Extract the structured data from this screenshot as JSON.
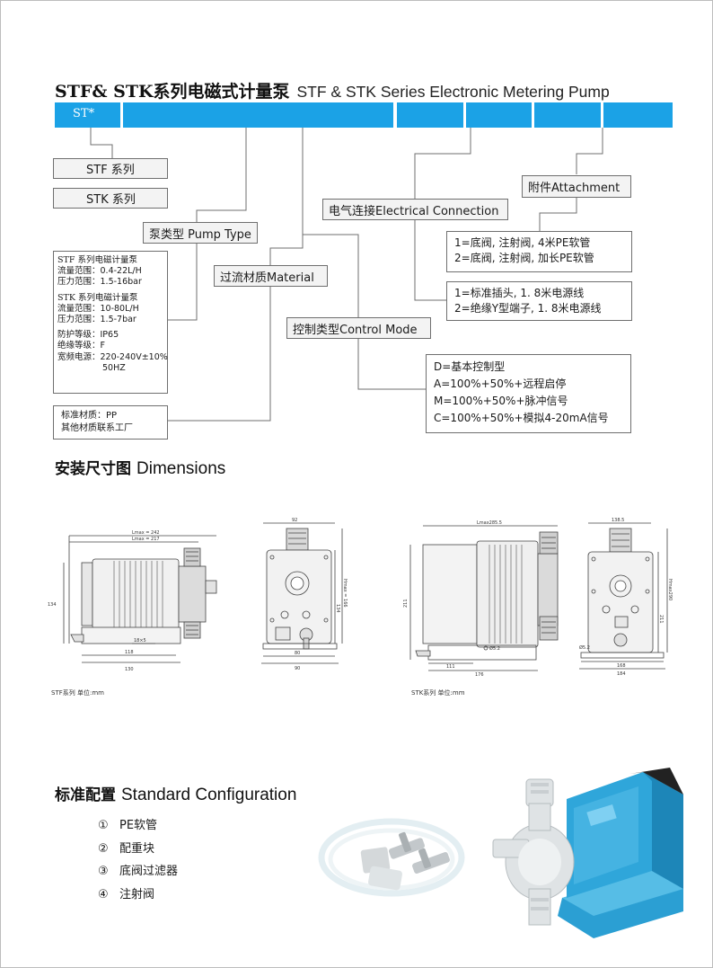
{
  "header": {
    "title_cn": "STF& STK系列电磁式计量泵",
    "title_en": "STF & STK Series Electronic Metering Pump",
    "code": "ST*"
  },
  "series": {
    "stf": "STF 系列",
    "stk": "STK 系列"
  },
  "labels": {
    "pump_type": "泵类型 Pump Type",
    "material": "过流材质Material",
    "control_mode": "控制类型Control Mode",
    "electrical": "电气连接Electrical  Connection",
    "attachment": "附件Attachment"
  },
  "specs": {
    "stf_title": "STF 系列电磁计量泵",
    "stf_flow": "流量范围：0.4-22L/H",
    "stf_pressure": "压力范围：1.5-16bar",
    "stk_title": "STK 系列电磁计量泵",
    "stk_flow": "流量范围：10-80L/H",
    "stk_pressure": "压力范围：1.5-7bar",
    "protection": "防护等级：IP65",
    "insulation": "绝缘等级：F",
    "voltage": "宽频电源：220-240V±10%",
    "freq": "50HZ"
  },
  "material_box": {
    "standard": "标准材质：PP",
    "other": "其他材质联系工厂"
  },
  "attachment_options": [
    "1=底阀, 注射阀, 4米PE软管",
    "2=底阀, 注射阀, 加长PE软管"
  ],
  "electrical_options": [
    "1=标准插头, 1. 8米电源线",
    "2=绝缘Y型端子, 1. 8米电源线"
  ],
  "control_options": [
    "D=基本控制型",
    "A=100%+50%+远程启停",
    "M=100%+50%+脉冲信号",
    "C=100%+50%+模拟4-20mA信号"
  ],
  "dimensions": {
    "heading_cn": "安装尺寸图",
    "heading_en": "Dimensions",
    "stf_caption": "STF系列  单位:mm",
    "stk_caption": "STK系列  单位:mm",
    "stf_side": {
      "lmax242": "Lmax = 242",
      "lmax217": "Lmax = 217",
      "h134": "134",
      "d118": "118",
      "d130": "130",
      "d18x5": "18×5"
    },
    "stf_front": {
      "w92": "92",
      "hmax": "Hmax = 166",
      "h134": "134",
      "d80": "80",
      "d90": "90"
    },
    "stk_side": {
      "lmax": "Lmax285.5",
      "h211": "211",
      "d111": "111",
      "d176": "176",
      "phi": "Ø5.2"
    },
    "stk_front": {
      "w1385": "138.5",
      "hmax": "Hmax290",
      "h211": "211",
      "d168": "168",
      "d184": "184",
      "phi": "Ø5.2"
    }
  },
  "config": {
    "heading_cn": "标准配置",
    "heading_en": "Standard Configuration",
    "items": [
      {
        "n": "①",
        "label": "PE软管"
      },
      {
        "n": "②",
        "label": "配重块"
      },
      {
        "n": "③",
        "label": "底阀过滤器"
      },
      {
        "n": "④",
        "label": "注射阀"
      }
    ]
  },
  "colors": {
    "accent": "#1ba2e6",
    "pump_body": "#2fa6da",
    "line": "#6f6f6f"
  }
}
